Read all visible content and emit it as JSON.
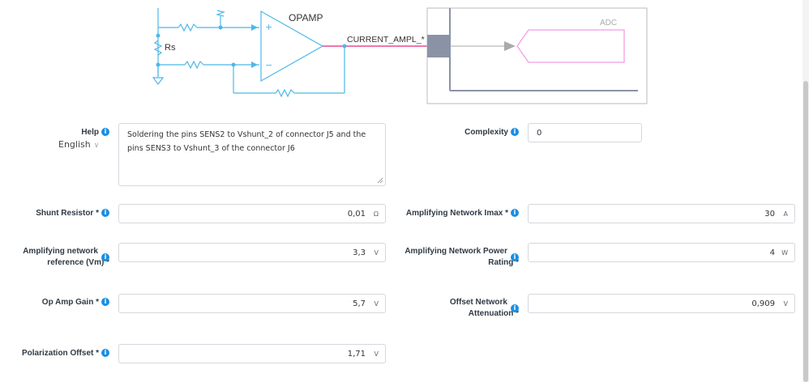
{
  "diagram": {
    "opamp_label": "OPAMP",
    "rs_label": "Rs",
    "net_label": "CURRENT_AMPL_*",
    "adc_label": "ADC",
    "plus_sign": "+",
    "minus_sign": "−"
  },
  "help": {
    "label": "Help",
    "language": "English",
    "text": "Soldering the pins SENS2 to Vshunt_2 of connector J5 and the pins SENS3 to Vshunt_3 of the connector J6"
  },
  "complexity": {
    "label": "Complexity",
    "value": "0"
  },
  "shunt_resistor": {
    "label": "Shunt Resistor *",
    "value": "0,01",
    "unit": "Ω"
  },
  "amp_imax": {
    "label": "Amplifying Network Imax *",
    "value": "30",
    "unit": "A"
  },
  "amp_reference": {
    "label_line1": "Amplifying network",
    "label_line2": "reference (Vm) *",
    "value": "3,3",
    "unit": "V"
  },
  "amp_power": {
    "label_line1": "Amplifying Network Power",
    "label_line2": "Rating *",
    "value": "4",
    "unit": "W"
  },
  "opamp_gain": {
    "label": "Op Amp Gain *",
    "value": "5,7",
    "unit": "V"
  },
  "offset_atten": {
    "label_line1": "Offset Network",
    "label_line2": "Attenuation *",
    "value": "0,909",
    "unit": "V"
  },
  "polarization_offset": {
    "label": "Polarization Offset *",
    "value": "1,71",
    "unit": "V"
  },
  "colors": {
    "accent": "#1a8fe3",
    "wire": "#4db8e8",
    "net": "#e8247a",
    "adc": "#f29ce8"
  }
}
